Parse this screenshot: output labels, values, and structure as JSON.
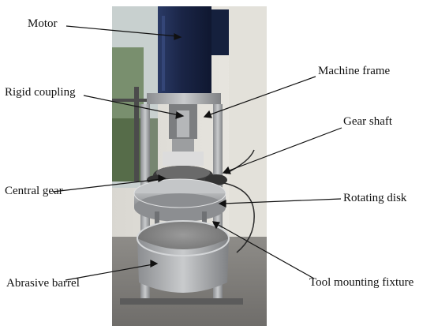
{
  "labels": {
    "motor": "Motor",
    "machine_frame": "Machine frame",
    "rigid_coupling": "Rigid coupling",
    "gear_shaft": "Gear shaft",
    "central_gear": "Central gear",
    "rotating_disk": "Rotating disk",
    "abrasive_barrel": "Abrasive barrel",
    "tool_mounting_fixture": "Tool mounting fixture"
  },
  "colors": {
    "leader_line": "#111111",
    "motor_body": "#1e2a4a",
    "steel": "#a9abad",
    "background_wall": "#e4e2dc"
  }
}
